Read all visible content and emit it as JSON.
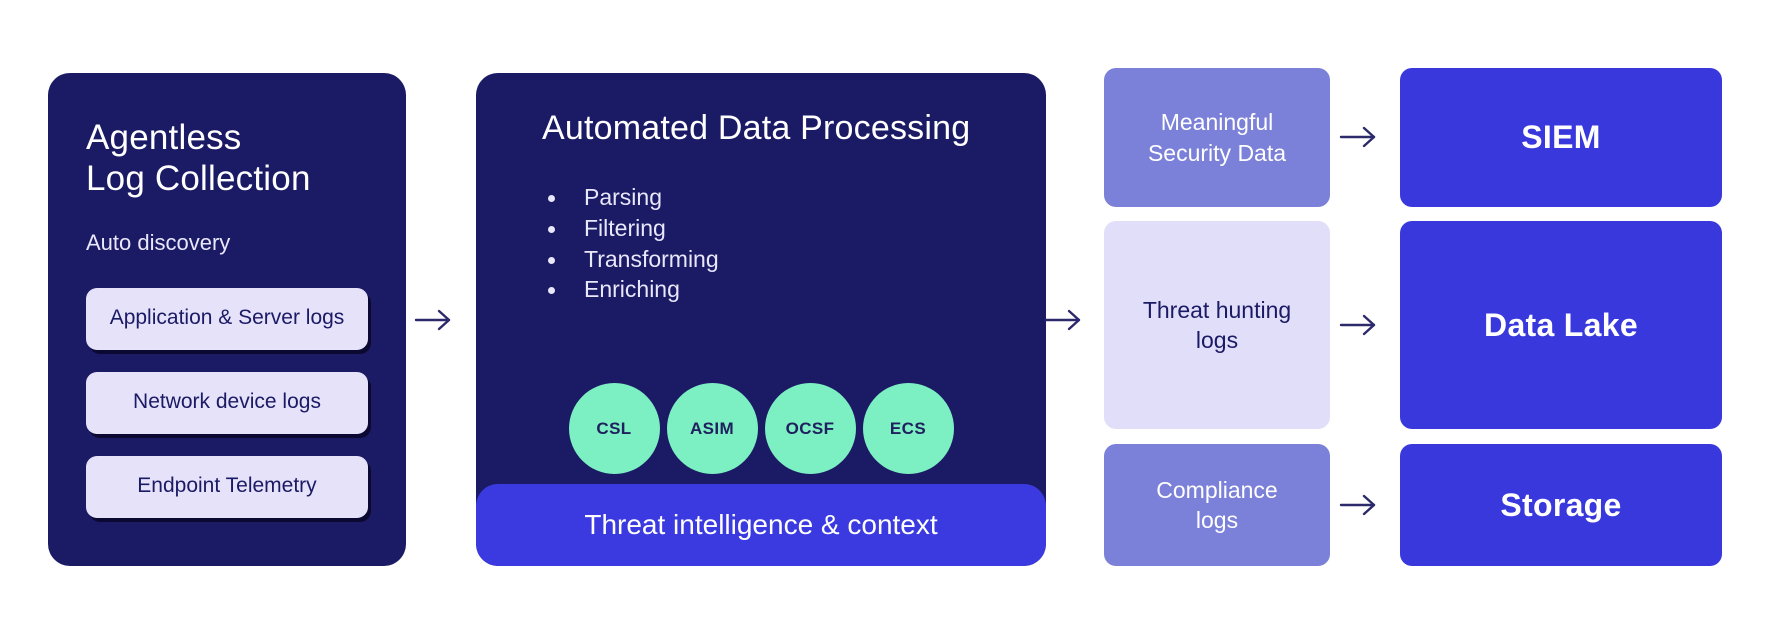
{
  "diagram": {
    "collection": {
      "title": "Agentless\nLog Collection",
      "subtitle": "Auto discovery",
      "sources": [
        "Application & Server logs",
        "Network device logs",
        "Endpoint Telemetry"
      ]
    },
    "processing": {
      "title": "Automated Data Processing",
      "steps": [
        "Parsing",
        "Filtering",
        "Transforming",
        "Enriching"
      ],
      "standards": [
        "CSL",
        "ASIM",
        "OCSF",
        "ECS"
      ],
      "footer": "Threat intelligence & context"
    },
    "categories": [
      "Meaningful\nSecurity Data",
      "Threat hunting\nlogs",
      "Compliance\nlogs"
    ],
    "destinations": [
      "SIEM",
      "Data Lake",
      "Storage"
    ],
    "colors": {
      "navy_panel": "#1B1A64",
      "chip_lavender": "#E5E2FA",
      "accent_blue": "#3838DC",
      "intel_blue": "#3A3AE0",
      "mint_circle": "#7CF0C3",
      "periwinkle": "#7B80D8",
      "pale_lavender": "#E1DEFA",
      "arrow": "#2C2A6B",
      "background": "#FFFFFF"
    }
  }
}
